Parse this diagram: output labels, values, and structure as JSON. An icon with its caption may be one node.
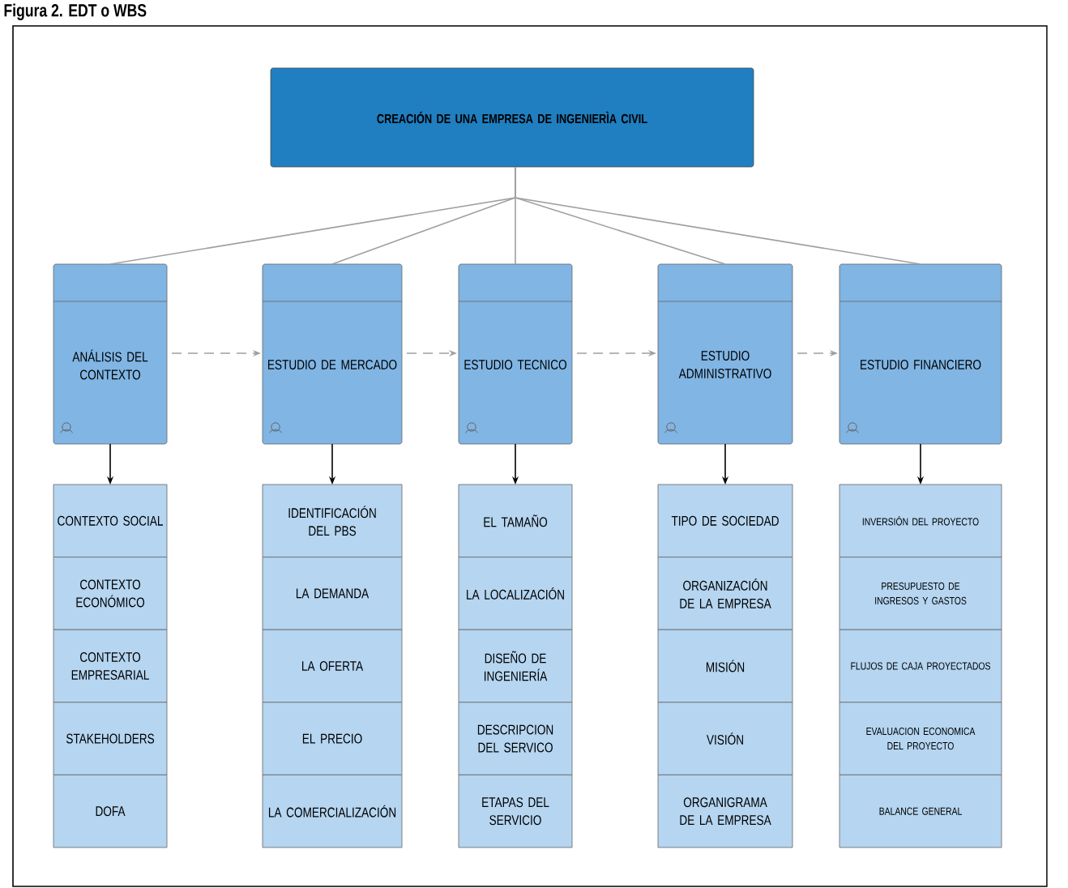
{
  "diagram": {
    "title": "Figura 2. EDT o WBS",
    "nodes": [
      {
        "text": [
          "CREACIÓN DE UNA EMPRESA DE INGENIERÌA CIVIL"
        ]
      },
      {
        "text": [
          "ANÁLISIS DEL CONTEXTO"
        ]
      },
      {
        "text": [
          "ESTUDIO DE MERCADO"
        ]
      },
      {
        "text": [
          "ESTUDIO TECNICO"
        ]
      },
      {
        "text": [
          "ESTUDIO ADMINISTRATIVO"
        ]
      },
      {
        "text": [
          "ESTUDIO FINANCIERO"
        ]
      },
      {
        "text": [
          "CONTEXTO SOCIAL"
        ]
      },
      {
        "text": [
          "CONTEXTO ECONÓMICO"
        ]
      },
      {
        "text": [
          "CONTEXTO EMPRESARIAL"
        ]
      },
      {
        "text": [
          "STAKEHOLDERS"
        ]
      },
      {
        "text": [
          "DOFA"
        ]
      },
      {
        "text": [
          "IDENTIFICACIÓN DEL PBS"
        ]
      },
      {
        "text": [
          "LA DEMANDA"
        ]
      },
      {
        "text": [
          "LA OFERTA"
        ]
      },
      {
        "text": [
          "EL PRECIO"
        ]
      },
      {
        "text": [
          "LA COMERCIALIZACIÓN"
        ]
      },
      {
        "text": [
          "EL TAMAÑO"
        ]
      },
      {
        "text": [
          "LA LOCALIZACIÓN"
        ]
      },
      {
        "text": [
          "DISEÑO DE INGENIERÍA"
        ]
      },
      {
        "text": [
          "DESCRIPCION DEL SERVICO"
        ]
      },
      {
        "text": [
          "ETAPAS DEL SERVICIO"
        ]
      },
      {
        "text": [
          "TIPO DE SOCIEDAD"
        ]
      },
      {
        "text": [
          "ORGANIZACIÓN DE LA EMPRESA"
        ]
      },
      {
        "text": [
          "MISIÓN"
        ]
      },
      {
        "text": [
          "VISIÓN"
        ]
      },
      {
        "text": [
          "ORGANIGRAMA DE LA EMPRESA"
        ]
      },
      {
        "text": [
          "INVERSIÓN DEL PROYECTO"
        ]
      },
      {
        "text": [
          "PRESUPUESTO DE INGRESOS Y GASTOS"
        ]
      },
      {
        "text": [
          "FLUJOS DE CAJA PROYECTADOS"
        ]
      },
      {
        "text": [
          "EVALUACION ECONOMICA DEL PROYECTO"
        ]
      },
      {
        "text": [
          "BALANCE GENERAL"
        ]
      }
    ],
    "edges": [
      {
        "from": 0,
        "to": 1,
        "arrow": "none"
      },
      {
        "from": 0,
        "to": 2,
        "arrow": "none"
      },
      {
        "from": 0,
        "to": 3,
        "arrow": "none"
      },
      {
        "from": 0,
        "to": 4,
        "arrow": "none"
      },
      {
        "from": 0,
        "to": 5,
        "arrow": "none"
      },
      {
        "from": 1,
        "to": 2,
        "arrow": "to",
        "style": "dashed"
      },
      {
        "from": 2,
        "to": 3,
        "arrow": "to",
        "style": "dashed"
      },
      {
        "from": 3,
        "to": 4,
        "arrow": "to",
        "style": "dashed"
      },
      {
        "from": 4,
        "to": 5,
        "arrow": "to",
        "style": "dashed"
      },
      {
        "from": 1,
        "to": 6,
        "arrow": "to",
        "color": "#000000"
      },
      {
        "from": 2,
        "to": 11,
        "arrow": "to",
        "color": "#000000"
      },
      {
        "from": 3,
        "to": 16,
        "arrow": "to",
        "color": "#000000"
      },
      {
        "from": 4,
        "to": 21,
        "arrow": "to",
        "color": "#000000"
      },
      {
        "from": 5,
        "to": 26,
        "arrow": "to",
        "color": "#000000"
      }
    ]
  }
}
